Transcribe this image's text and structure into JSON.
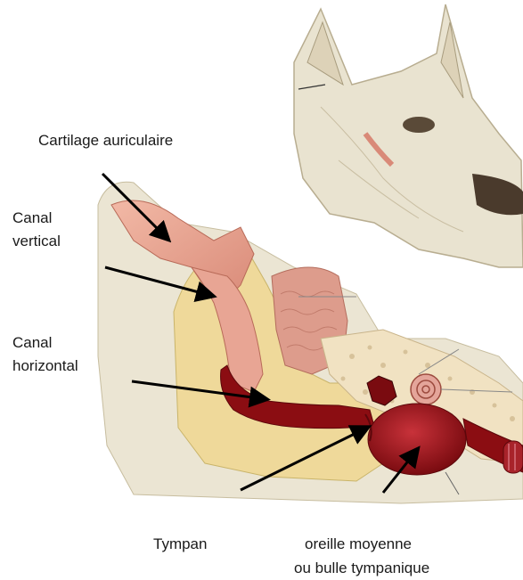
{
  "labels": {
    "cartilage": "Cartilage auriculaire",
    "vertical_canal": "Canal\nvertical",
    "horizontal_canal": "Canal\nhorizontal",
    "eardrum": "Tympan",
    "middle_ear_line1": "oreille moyenne",
    "middle_ear_line2": "ou bulle tympanique"
  },
  "colors": {
    "background": "#ffffff",
    "arrow": "#000000",
    "canal_red": "#8b0d12",
    "cartilage_pink": "#e8a594",
    "fat_yellow": "#efd99a",
    "bone": "#f1e2c2",
    "skin": "#e6dfcc"
  }
}
